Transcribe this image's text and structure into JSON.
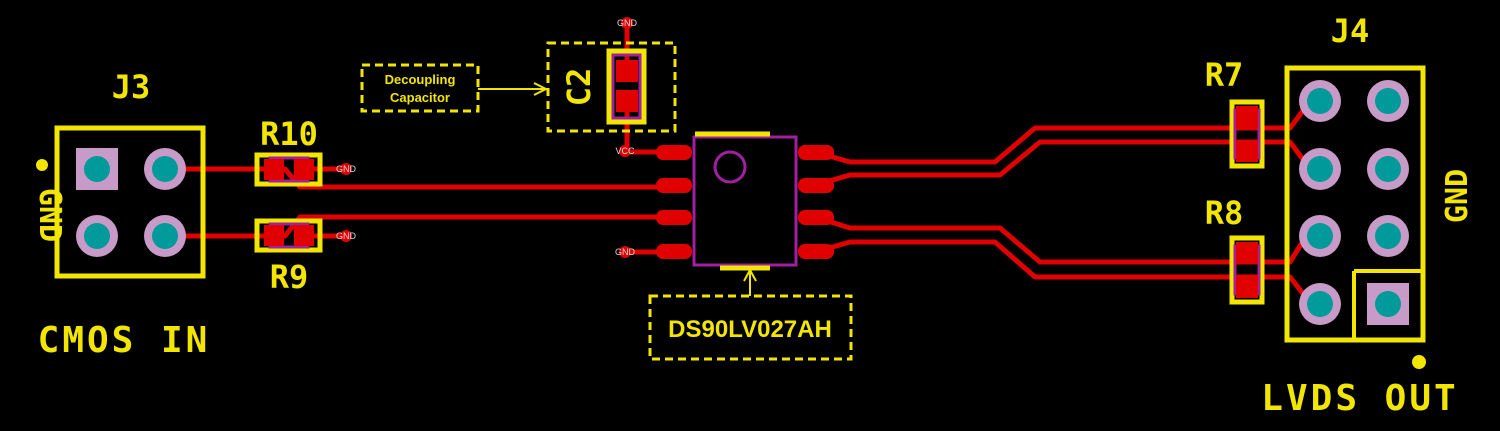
{
  "j3": {
    "ref": "J3",
    "gnd": "GND",
    "title": "CMOS IN"
  },
  "j4": {
    "ref": "J4",
    "gnd": "GND",
    "title": "LVDS OUT"
  },
  "resistors": {
    "r7": "R7",
    "r8": "R8",
    "r9": "R9",
    "r10": "R10"
  },
  "c2": {
    "ref": "C2"
  },
  "callouts": {
    "decoupling_line1": "Decoupling",
    "decoupling_line2": "Capacitor",
    "ic": "DS90LV027AH"
  },
  "net_labels": {
    "gnd": "GND",
    "vcc": "VCC"
  },
  "colors": {
    "background": "#000000",
    "silkscreen": "#f2e600",
    "copper": "#e00000",
    "outline": "#a020a0",
    "drill": "#009a9a",
    "annular": "#c89ac8"
  }
}
